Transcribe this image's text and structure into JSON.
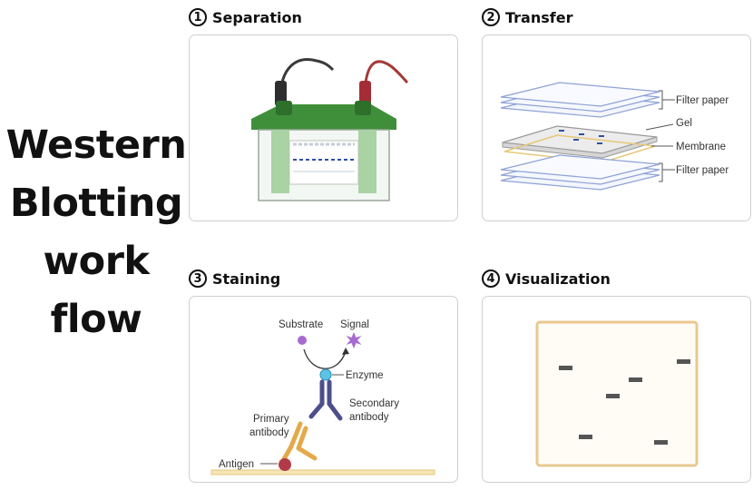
{
  "title": [
    "Western",
    "Blotting",
    "work",
    "flow"
  ],
  "steps": [
    {
      "number": "1",
      "title": "Separation"
    },
    {
      "number": "2",
      "title": "Transfer"
    },
    {
      "number": "3",
      "title": "Staining"
    },
    {
      "number": "4",
      "title": "Visualization"
    }
  ],
  "transfer_labels": {
    "filter_top": "Filter paper",
    "gel": "Gel",
    "membrane": "Membrane",
    "filter_bottom": "Filter paper"
  },
  "staining_labels": {
    "substrate": "Substrate",
    "signal": "Signal",
    "enzyme": "Enzyme",
    "secondary_line1": "Secondary",
    "secondary_line2": "antibody",
    "primary_line1": "Primary",
    "primary_line2": "antibody",
    "antigen": "Antigen"
  },
  "colors": {
    "apparatus_green": "#3f8f3a",
    "gel_tank_green": "#a9d3a2",
    "filter_blue": "#8fa2d6",
    "membrane_yellow": "#e6c879",
    "band_blue": "#2f4fa0",
    "antibody_primary": "#e4a94a",
    "antibody_secondary": "#4d4f8c",
    "enzyme": "#5bc4e6",
    "substrate": "#a86ad0",
    "antigen": "#b23a46",
    "film_border": "#e8c98f",
    "film_band": "#555555"
  }
}
